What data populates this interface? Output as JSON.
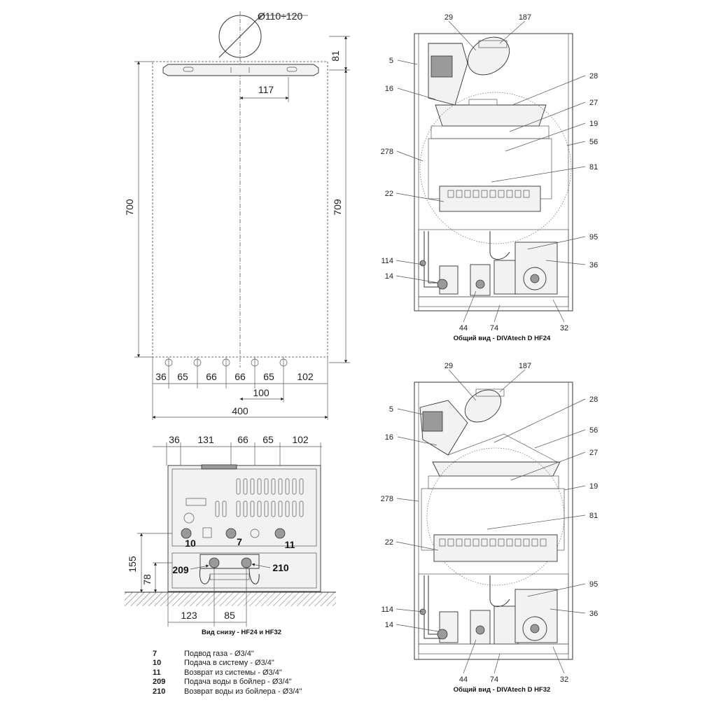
{
  "dims": {
    "diameter": "Ø110÷120",
    "d81": "81",
    "d117": "117",
    "d700": "700",
    "d709": "709",
    "bottom_row": [
      "36",
      "65",
      "66",
      "66",
      "65",
      "102"
    ],
    "d100": "100",
    "d400": "400",
    "top_row2": [
      "36",
      "131",
      "66",
      "65",
      "102"
    ],
    "d155": "155",
    "d78": "78",
    "d123": "123",
    "d85": "85"
  },
  "connections": {
    "c10": "10",
    "c7": "7",
    "c11": "11",
    "c209": "209",
    "c210": "210"
  },
  "captions": {
    "bottom_view": "Вид снизу - HF24 и HF32",
    "view_hf24": "Общий вид - DIVAtech D HF24",
    "view_hf32": "Общий вид - DIVAtech D HF32"
  },
  "callouts_top": {
    "n29": "29",
    "n187": "187",
    "n5": "5",
    "n28": "28",
    "n16": "16",
    "n27": "27",
    "n19": "19",
    "n56": "56",
    "n278": "278",
    "n81": "81",
    "n22": "22",
    "n95": "95",
    "n114": "114",
    "n36": "36",
    "n14": "14",
    "n44": "44",
    "n74": "74",
    "n32": "32"
  },
  "callouts_bottom": {
    "n29": "29",
    "n187": "187",
    "n5": "5",
    "n28": "28",
    "n16": "16",
    "n56": "56",
    "n27": "27",
    "n19": "19",
    "n278": "278",
    "n81": "81",
    "n22": "22",
    "n95": "95",
    "n114": "114",
    "n36": "36",
    "n14": "14",
    "n44": "44",
    "n74": "74",
    "n32": "32"
  },
  "legend": [
    {
      "key": "7",
      "text": "Подвод газа - Ø3/4\""
    },
    {
      "key": "10",
      "text": "Подача в систему - Ø3/4\""
    },
    {
      "key": "11",
      "text": "Возврат из системы - Ø3/4\""
    },
    {
      "key": "209",
      "text": "Подача воды в бойлер - Ø3/4\""
    },
    {
      "key": "210",
      "text": "Возврат воды из бойлера - Ø3/4\""
    }
  ]
}
